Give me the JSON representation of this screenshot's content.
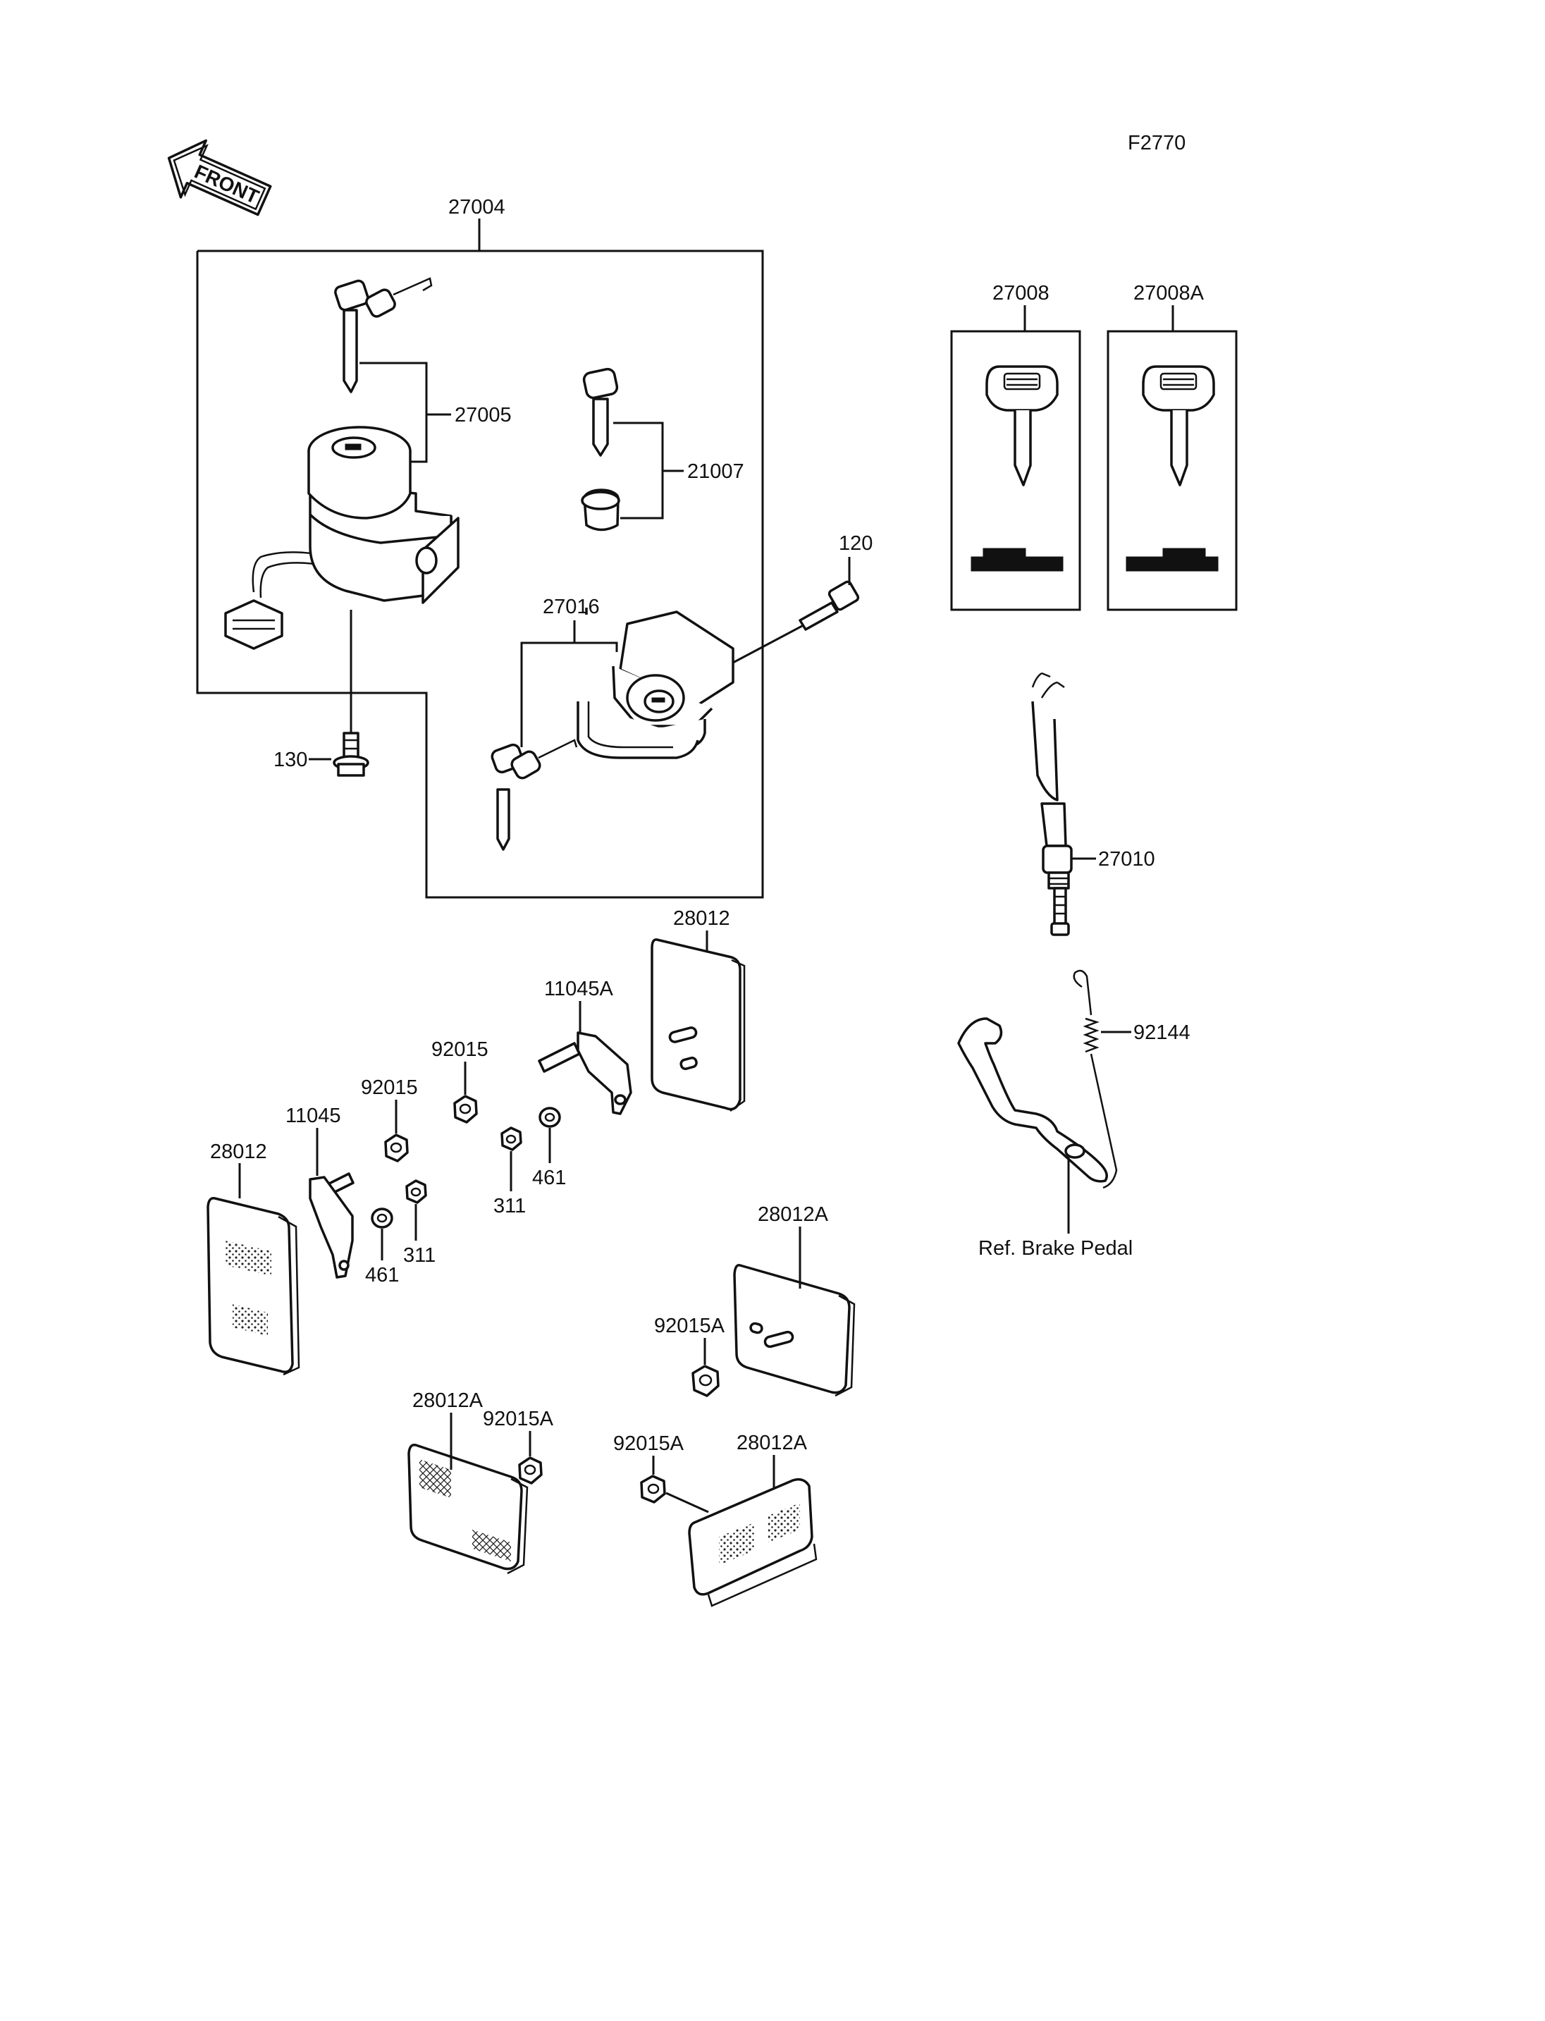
{
  "figure_code": "F2770",
  "front_arrow_label": "FRONT",
  "labels": {
    "p27004": "27004",
    "p27005": "27005",
    "p21007": "21007",
    "p120": "120",
    "p27016": "27016",
    "p130": "130",
    "p27008": "27008",
    "p27008A": "27008A",
    "p27010": "27010",
    "p92144": "92144",
    "ref_brake_pedal": "Ref. Brake Pedal",
    "p28012_top": "28012",
    "p11045A": "11045A",
    "p92015_a": "92015",
    "p92015_b": "92015",
    "p11045": "11045",
    "p28012_left": "28012",
    "p311_a": "311",
    "p461_a": "461",
    "p311_b": "311",
    "p461_b": "461",
    "p28012A_right": "28012A",
    "p92015A_mid": "92015A",
    "p28012A_bottom_left": "28012A",
    "p92015A_left": "92015A",
    "p92015A_right": "92015A",
    "p28012A_bottom_right": "28012A"
  }
}
